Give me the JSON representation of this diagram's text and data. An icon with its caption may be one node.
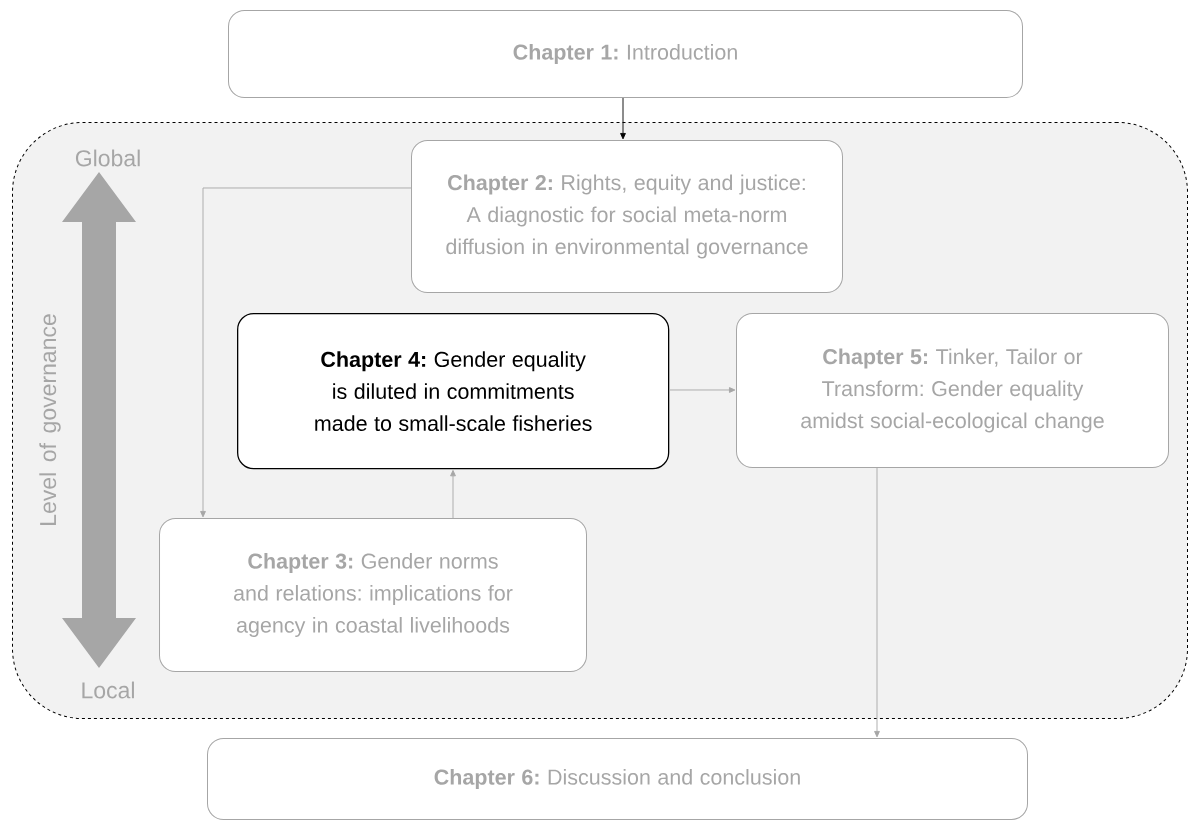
{
  "diagram": {
    "nodes": [
      {
        "text": [
          "**Chapter 1:** Introduction"
        ]
      },
      {
        "text": [],
        "shape": "box"
      },
      {
        "text": [
          "**Chapter 2:** Rights, equity and justice: A diagnostic for social meta-norm diffusion in environmental governance"
        ],
        "in": 1
      },
      {
        "text": [
          "**Chapter 4:** Gender equality is diluted in commitments made to small-scale fisheries"
        ],
        "in": 1
      },
      {
        "text": [
          "**Chapter 5:** Tinker, Tailor or Transform: Gender equality amidst social-ecological change"
        ],
        "in": 1
      },
      {
        "text": [
          "**Chapter 3:** Gender norms and relations: implications for agency in coastal livelihoods"
        ],
        "in": 1
      },
      {
        "text": [
          "**Chapter 6:** Discussion and conclusion"
        ]
      }
    ],
    "edges": [
      {
        "from": 0,
        "to": 2,
        "arrow": "to",
        "color": "#000000"
      },
      {
        "from": 2,
        "to": 5,
        "arrow": "to"
      },
      {
        "from": 5,
        "to": 3,
        "arrow": "to"
      },
      {
        "from": 3,
        "to": 4,
        "arrow": "to"
      },
      {
        "from": 4,
        "to": 6,
        "arrow": "to"
      }
    ],
    "labels": [
      "Global",
      "Level of governance",
      "Local"
    ]
  }
}
